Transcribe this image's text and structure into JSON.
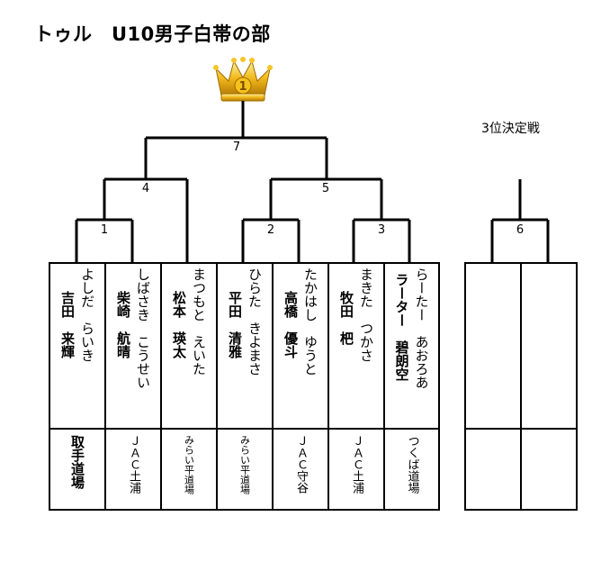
{
  "title": "トゥル　U10男子白帯の部",
  "third_place_label": "3位決定戦",
  "crown_label": "1",
  "match_numbers": {
    "m1": "1",
    "m2": "2",
    "m3": "3",
    "m4": "4",
    "m5": "5",
    "m6": "6",
    "m7": "7"
  },
  "players": [
    {
      "kana": "よしだ　らいき",
      "name": "吉田　来輝",
      "dojo": "取手道場"
    },
    {
      "kana": "しばさき　こうせい",
      "name": "柴崎　航晴",
      "dojo": "ＪＡＣ土浦"
    },
    {
      "kana": "まつもと　えいた",
      "name": "松本　瑛太",
      "dojo": "みらい平道場"
    },
    {
      "kana": "ひらた　きよまさ",
      "name": "平田　清雅",
      "dojo": "みらい平道場"
    },
    {
      "kana": "たかはし　ゆうと",
      "name": "高橋　優斗",
      "dojo": "ＪＡＣ守谷"
    },
    {
      "kana": "まきた　つかさ",
      "name": "牧田　杷",
      "dojo": "ＪＡＣ土浦"
    },
    {
      "kana": "らーたー　あおろあ",
      "name": "ラーター　碧朗空",
      "dojo": "つくば道場"
    }
  ]
}
